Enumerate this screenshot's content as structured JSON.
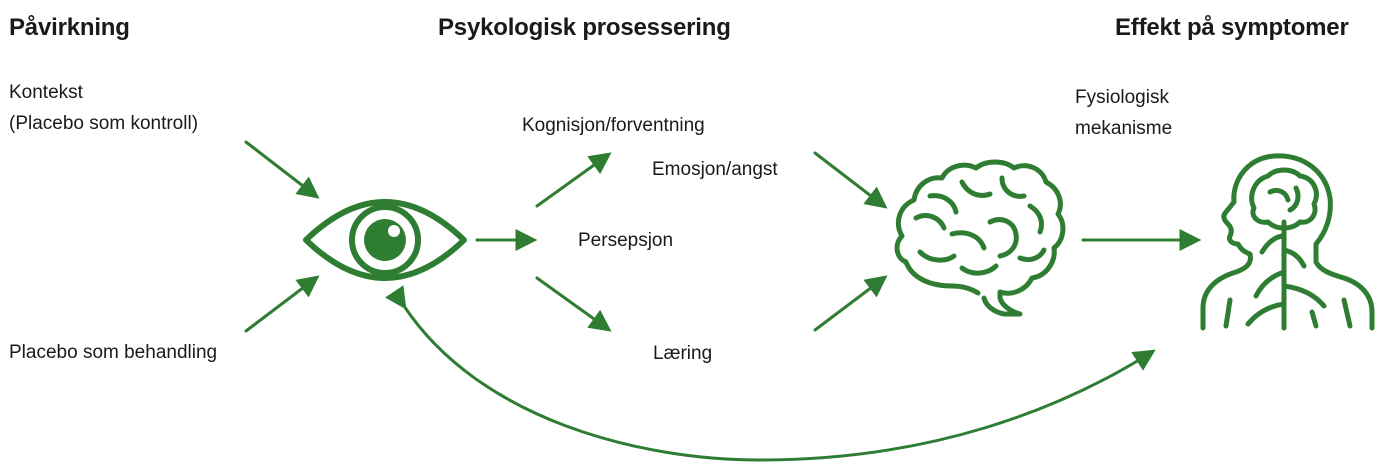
{
  "headings": {
    "influence": "Påvirkning",
    "processing": "Psykologisk prosessering",
    "effect": "Effekt på symptomer"
  },
  "labels": {
    "context_line1": "Kontekst",
    "context_line2": "(Placebo som kontroll)",
    "placebo_treatment": "Placebo som behandling",
    "cognition": "Kognisjon/forventning",
    "emotion": "Emosjon/angst",
    "perception": "Persepsjon",
    "learning": "Læring",
    "physiology_line1": "Fysiologisk",
    "physiology_line2": "mekanisme"
  },
  "icons": [
    "eye-icon",
    "brain-icon",
    "head-physiology-icon"
  ],
  "colors": {
    "accent": "#2e7d32",
    "text": "#1a1a1a"
  }
}
